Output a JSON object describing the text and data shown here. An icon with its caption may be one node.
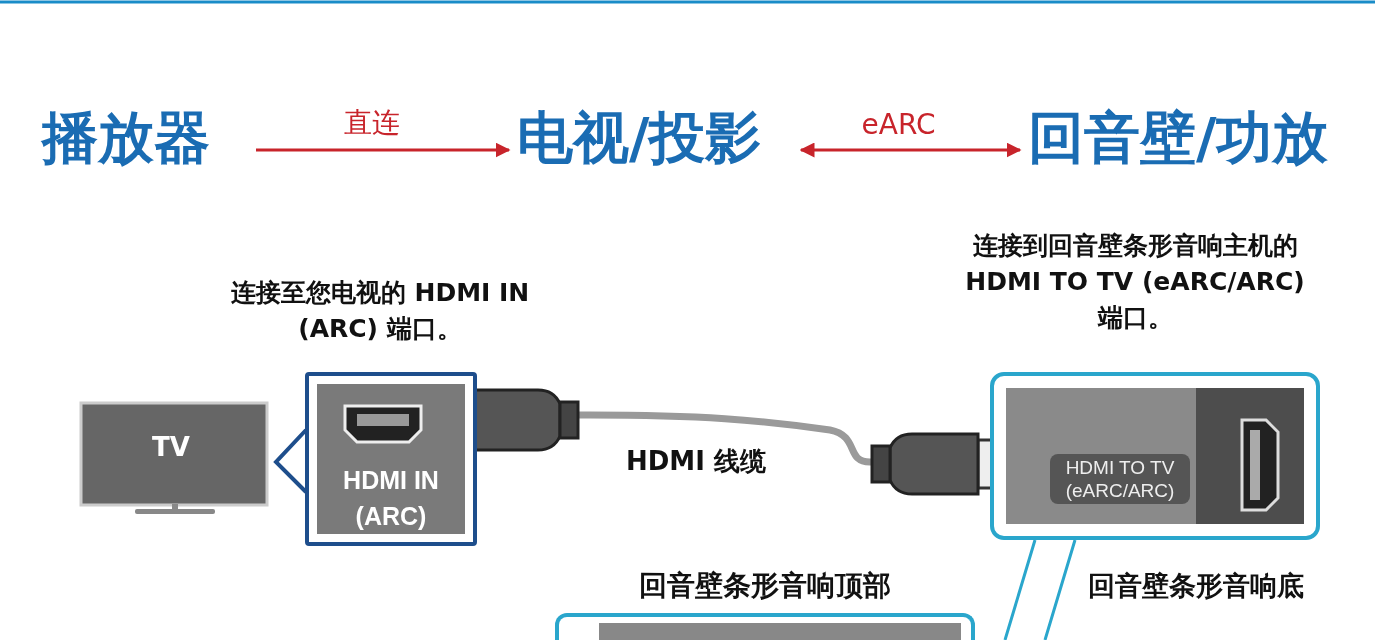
{
  "diagram": {
    "nodes": [
      {
        "text": [
          "播放器"
        ]
      },
      {
        "text": [
          "电视/投影"
        ]
      },
      {
        "text": [
          "回音壁/功放"
        ]
      },
      {
        "text": [
          "TV"
        ]
      },
      {
        "text": [
          "HDMI IN (ARC)"
        ],
        "beside": [
          "连接至您电视的 HDMI IN (ARC) 端口。"
        ]
      },
      {
        "text": [
          "HDMI TO TV (eARC/ARC)"
        ],
        "beside": [
          "连接到回音壁条形音响主机的 HDMI TO TV (eARC/ARC) 端口。"
        ]
      },
      {
        "text": [
          "回音壁条形音响顶部"
        ]
      }
    ],
    "edges": [
      {
        "from": 0,
        "to": 1,
        "arrow": "to",
        "label": "直连"
      },
      {
        "from": 1,
        "to": 2,
        "arrow": "both",
        "label": "eARC"
      },
      {
        "from": 4,
        "to": 5,
        "arrow": "none",
        "label": "HDMI 线缆",
        "style": "thick",
        "color": "#9a9a9a"
      }
    ],
    "labels": [
      "回音壁条形音响底"
    ]
  }
}
